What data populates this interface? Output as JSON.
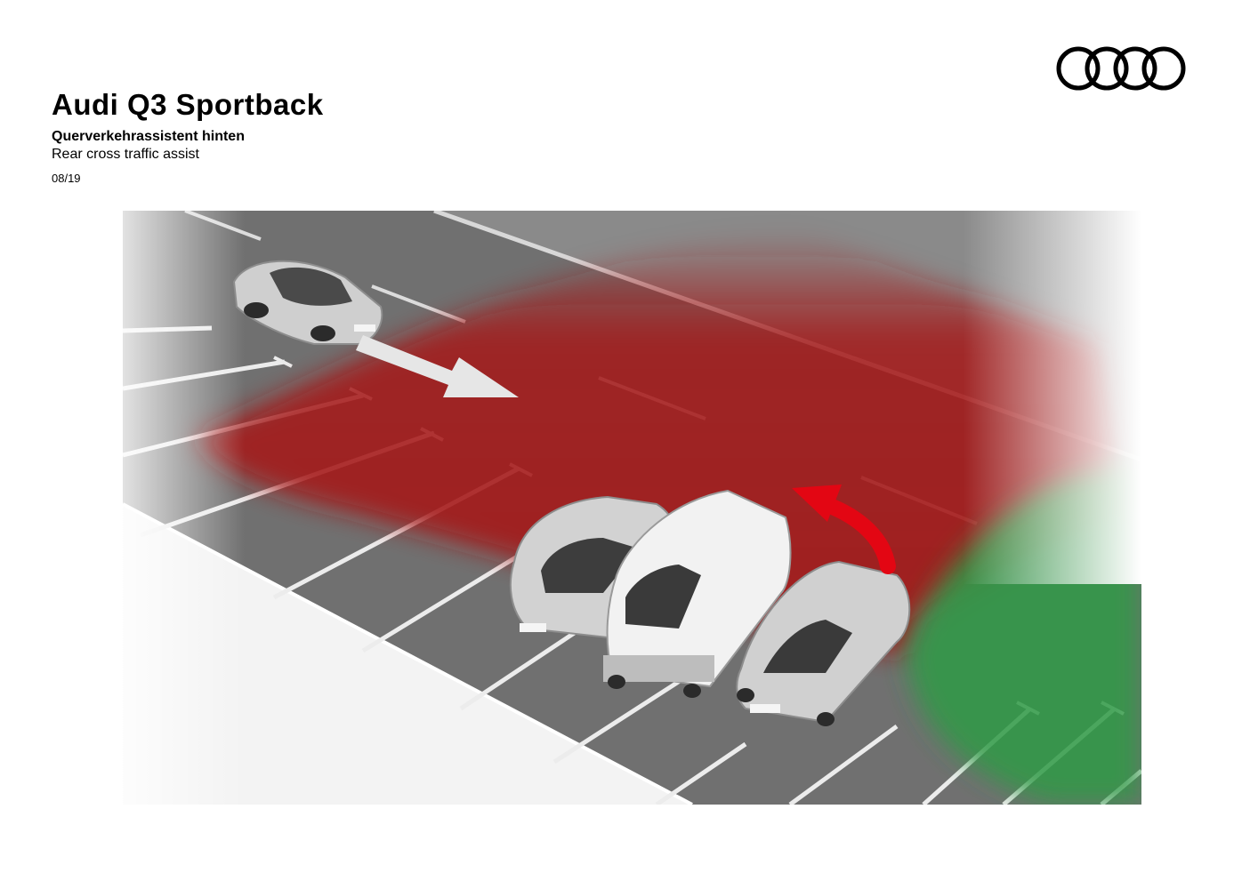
{
  "header": {
    "title": "Audi Q3 Sportback",
    "subtitle_de": "Querverkehrassistent hinten",
    "subtitle_en": "Rear cross traffic assist",
    "date": "08/19"
  },
  "brand": {
    "logo": "audi-four-rings",
    "color": "#000000"
  },
  "illustration": {
    "subject": "rear-cross-traffic-parking-scene",
    "colors": {
      "asphalt": "#6f6f6f",
      "warning_zone": "#a51a1a",
      "safe_zone": "#2f9a46",
      "reversing_arrow": "#e30613",
      "traffic_arrow": "#e6e6e6",
      "cars": "#d4d4d4",
      "van": "#f2f2f2"
    }
  }
}
